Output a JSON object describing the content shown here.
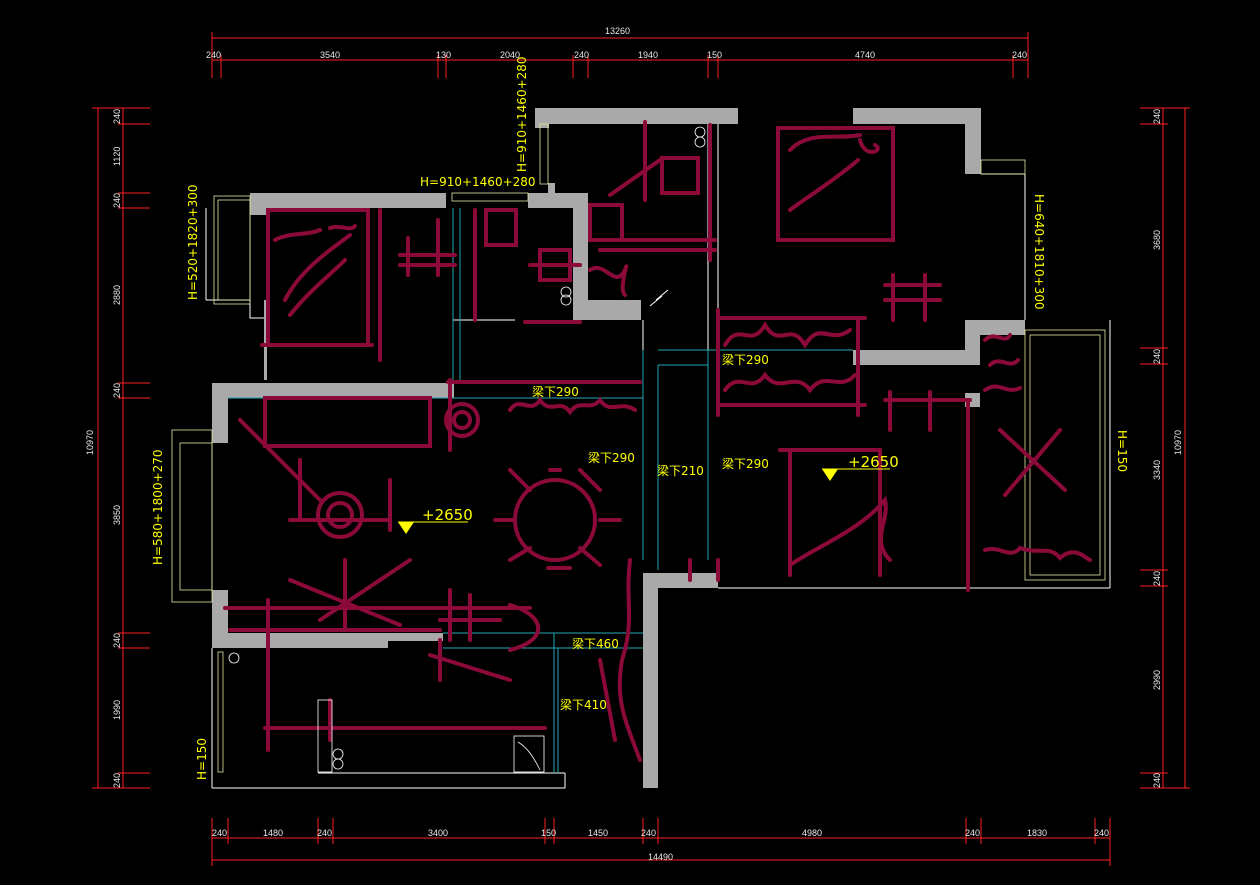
{
  "colors": {
    "background": "#000000",
    "wall": "#a9a9a9",
    "dimension": "#ff2020",
    "dimension_text": "#e8e8e8",
    "annotation": "#ffff00",
    "sketch": "#8b0a3a",
    "window": "#e6e6a0",
    "cyan": "#23a9b5",
    "outline": "#ffffff"
  },
  "dimensions": {
    "top_total": "13260",
    "top": [
      "240",
      "3540",
      "130",
      "2040",
      "240",
      "1940",
      "150",
      "4740",
      "240"
    ],
    "bottom_total": "14490",
    "bottom": [
      "240",
      "1480",
      "240",
      "3400",
      "150",
      "1450",
      "240",
      "4980",
      "240",
      "1830",
      "240"
    ],
    "left_total": "10970",
    "left": [
      "240",
      "1120",
      "240",
      "2880",
      "240",
      "3850",
      "240",
      "1990",
      "240"
    ],
    "right_total": "10970",
    "right": [
      "240",
      "3680",
      "240",
      "3340",
      "240",
      "2990",
      "240"
    ]
  },
  "annotations": {
    "window_top_left": "H=910+1460+280",
    "window_top_vertical": "H=910+1460+280",
    "window_left_bedroom": "H=520+1820+300",
    "window_right_top": "H=640+1810+300",
    "window_right": "H=150",
    "window_living": "H=580+1800+270",
    "window_bottom_left": "H=150",
    "beam_1": "梁下290",
    "beam_2": "梁下290",
    "beam_3": "梁下290",
    "beam_4": "梁下210",
    "beam_5": "梁下290",
    "beam_6": "梁下460",
    "beam_7": "梁下410",
    "elevation_1": "+2650",
    "elevation_2": "+2650"
  }
}
